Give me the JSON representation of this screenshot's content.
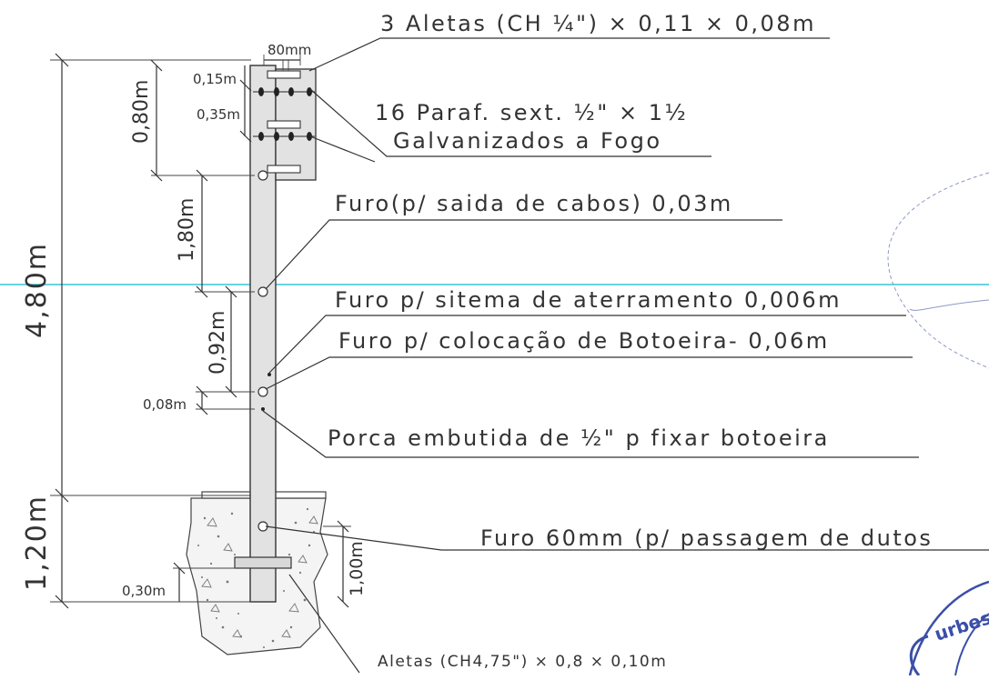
{
  "notes": {
    "aletas_top": "3 Aletas (CH ¼\") × 0,11 × 0,08m",
    "parafusos_1": "16 Paraf. sext. ½\" × 1½",
    "parafusos_2": "Galvanizados a Fogo",
    "furo_cabos": "Furo(p/ saida de cabos) 0,03m",
    "furo_aterramento": "Furo p/ sitema de aterramento 0,006m",
    "furo_botoeira": "Furo p/ colocação de Botoeira- 0,06m",
    "porca": "Porca embutida de ½\" p fixar botoeira",
    "furo_dutos": "Furo 60mm (p/ passagem de dutos",
    "aletas_bottom": "Aletas (CH4,75\") × 0,8 × 0,10m"
  },
  "dimensions": {
    "width_80mm": "80mm",
    "d_015": "0,15m",
    "d_035": "0,35m",
    "d_080": "0,80m",
    "d_180": "1,80m",
    "d_480": "4,80m",
    "d_092": "0,92m",
    "d_008": "0,08m",
    "d_120": "1,20m",
    "d_100": "1,00m",
    "d_030": "0,30m"
  },
  "stamp_text": "urbes",
  "colors": {
    "line": "#333333",
    "cyan_guide": "#35c6d4",
    "stamp": "#3b4fa8"
  }
}
